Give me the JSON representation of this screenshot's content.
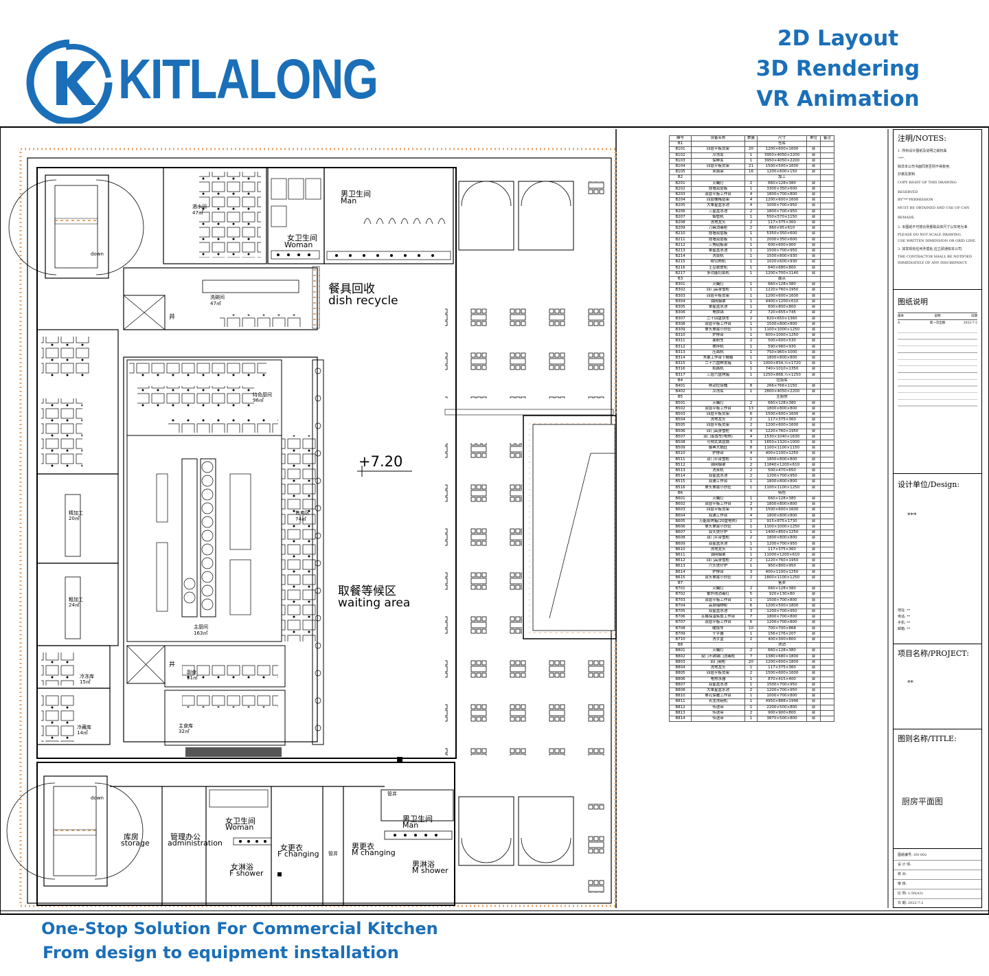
{
  "brand": {
    "name": "KITLALONG",
    "color": "#1b6fb8"
  },
  "services": [
    "2D Layout",
    "3D Rendering",
    "VR Animation"
  ],
  "tagline": [
    "One-Stop Solution For Commercial Kitchen",
    "From design to equipment installation"
  ],
  "plan": {
    "level": "+7.20",
    "rooms": {
      "dish_recycle_cn": "餐具回收",
      "dish_recycle_en": "dish recycle",
      "waiting_cn": "取餐等候区",
      "waiting_en": "waiting area",
      "man_top_cn": "男卫生间",
      "man_top_en": "Man",
      "woman_top_cn": "女卫生间",
      "woman_top_en": "Woman",
      "storage_cn": "库房",
      "storage_en": "storage",
      "admin_cn": "管理办公",
      "admin_en": "administration",
      "woman_bot_cn": "女卫生间",
      "woman_bot_en": "Woman",
      "fchange_cn": "女更衣",
      "fchange_en": "F changing",
      "fshower_cn": "女淋浴",
      "fshower_en": "F shower",
      "man_bot_cn": "男卫生间",
      "man_bot_en": "Man",
      "mchange_cn": "男更衣",
      "mchange_en": "M changing",
      "mshower_cn": "男淋浴",
      "mshower_en": "M shower",
      "main_kitchen": "主厨间",
      "main_kitchen_area": "163㎡",
      "special_kitchen": "特色厨间",
      "special_area": "96㎡",
      "sales": "售卖区",
      "sales_area": "74㎡",
      "chilled": "冷冻库",
      "chilled_area": "15㎡",
      "cold": "冷藏库",
      "cold_area": "14㎡",
      "fine_process": "精加工",
      "fine_area": "20㎡",
      "rough_process": "粗加工",
      "rough_area": "24㎡",
      "side_store": "副食",
      "side_area": "31㎡",
      "staple_store": "主食库",
      "staple_area": "32㎡",
      "wine": "酒水间",
      "wine_area": "47㎡",
      "wash": "洗碗间",
      "wash_area": "47㎡",
      "shaft": "井",
      "pipe_shaft": "管井",
      "stair_down": "down"
    }
  },
  "equipment_table": {
    "headers": [
      "编号",
      "设备名称",
      "数量",
      "尺寸",
      "单位",
      "备注"
    ],
    "groups": [
      {
        "code": "B1",
        "title": "仓库",
        "rows": [
          [
            "B101",
            "四层平板货架",
            "20",
            "1200×600×1600",
            "台"
          ],
          [
            "B102",
            "冷冻库",
            "1",
            "3950×4050×2200",
            "台"
          ],
          [
            "B103",
            "保鲜库",
            "1",
            "3950×4050×2200",
            "台"
          ],
          [
            "B104",
            "四层平板货架",
            "21",
            "1500×500×1600",
            "台"
          ],
          [
            "B105",
            "米面架",
            "16",
            "1200×600×150",
            "台"
          ]
        ]
      },
      {
        "code": "B2",
        "title": "加工",
        "rows": [
          [
            "B201",
            "灭蝇灯",
            "2",
            "660×128×380",
            "台"
          ],
          [
            "B202",
            "挂墙双层板",
            "1",
            "3300×350×600",
            "台"
          ],
          [
            "B203",
            "双层平板工作台",
            "4",
            "1800×700×800",
            "台"
          ],
          [
            "B204",
            "四层栅格层架",
            "4",
            "1200×600×1600",
            "台"
          ],
          [
            "B205",
            "大单星盆水池",
            "4",
            "1000×700×950",
            "台"
          ],
          [
            "B206",
            "三星盆水池",
            "2",
            "1800×700×950",
            "台"
          ],
          [
            "B207",
            "烟管机",
            "1",
            "550×570×1150",
            "台"
          ],
          [
            "B208",
            "洗地龙头",
            "2",
            "117×375×360",
            "台"
          ],
          [
            "B209",
            "刀具消毒柜",
            "2",
            "860×95×610",
            "台"
          ],
          [
            "B210",
            "挂墙双层板",
            "1",
            "5350×350×600",
            "台"
          ],
          [
            "B211",
            "挂墙双层板",
            "1",
            "2000×350×600",
            "台"
          ],
          [
            "B212",
            "三角砧板架",
            "1",
            "600×600×900",
            "台"
          ],
          [
            "B213",
            "单星盆水池",
            "1",
            "1500×700×950",
            "台"
          ],
          [
            "B214",
            "洗菜机",
            "1",
            "1500×800×930",
            "台"
          ],
          [
            "B215",
            "绞切肉机",
            "1",
            "1020×600×930",
            "台"
          ],
          [
            "B216",
            "土豆脱皮机",
            "1",
            "640×680×800",
            "台"
          ],
          [
            "B217",
            "多功能切菜机",
            "1",
            "1200×700×1140",
            "台"
          ]
        ]
      },
      {
        "code": "B3",
        "title": "面点",
        "rows": [
          [
            "B301",
            "灭蝇灯",
            "1",
            "660×128×380",
            "台"
          ],
          [
            "B302",
            "四门高身雪柜",
            "1",
            "1220×760×1950",
            "台"
          ],
          [
            "B303",
            "四层平板货架",
            "1",
            "1200×600×1600",
            "台"
          ],
          [
            "B304",
            "油网烟罩",
            "1",
            "4400×1200×610",
            "台"
          ],
          [
            "B305",
            "单星盆水池",
            "1",
            "600×800×800",
            "台"
          ],
          [
            "B306",
            "电饼铛",
            "2",
            "720×655×745",
            "台"
          ],
          [
            "B307",
            "二十四盘饼车",
            "2",
            "820×650×1360",
            "台"
          ],
          [
            "B308",
            "双层平板工作台",
            "1",
            "1500×800×800",
            "台"
          ],
          [
            "B309",
            "单头单尾小炒灶",
            "1",
            "1100×1000×1250",
            "台"
          ],
          [
            "B310",
            "炉排台",
            "1",
            "600×1000×1250",
            "台"
          ],
          [
            "B311",
            "面粉车",
            "2",
            "500×600×530",
            "台"
          ],
          [
            "B312",
            "搅拌机",
            "1",
            "590×960×930",
            "台"
          ],
          [
            "B313",
            "压面机",
            "1",
            "750×960×1000",
            "台"
          ],
          [
            "B314",
            "木案工作台下栅格",
            "1",
            "1800×800×800",
            "台"
          ],
          [
            "B315",
            "二十六盘鲜发箱",
            "1",
            "1000×834,½×1720",
            "台"
          ],
          [
            "B316",
            "和面机",
            "1",
            "740×1010×1350",
            "台"
          ],
          [
            "B317",
            "三层六盘烤箱",
            "1",
            "1250×868,½×1250",
            "台"
          ]
        ]
      },
      {
        "code": "B4",
        "title": "垃圾库",
        "rows": [
          [
            "B401",
            "移动垃圾桶",
            "8",
            "266×766×1150",
            "台"
          ],
          [
            "B402",
            "冷冻库",
            "1",
            "2800×4050×2200",
            "台"
          ]
        ]
      },
      {
        "code": "B5",
        "title": "主厨房",
        "rows": [
          [
            "B501",
            "灭蝇灯",
            "2",
            "660×128×380",
            "台"
          ],
          [
            "B502",
            "双层平板工作台",
            "13",
            "1800×800×800",
            "台"
          ],
          [
            "B503",
            "四层平板货架",
            "6",
            "1500×600×1600",
            "台"
          ],
          [
            "B504",
            "洗地龙头",
            "2",
            "117×375×360",
            "台"
          ],
          [
            "B505",
            "四层平板货架",
            "2",
            "1200×600×1600",
            "台"
          ],
          [
            "B506",
            "四门高身雪柜",
            "4",
            "1220×760×1950",
            "台"
          ],
          [
            "B507",
            "双门蒸饭车(电热)",
            "4",
            "1530×1040×1630",
            "台"
          ],
          [
            "B508",
            "可倾式夹层锅",
            "3",
            "1650×1320×1000",
            "台"
          ],
          [
            "B509",
            "御典大锅灶",
            "8",
            "1100×1100×1150",
            "台"
          ],
          [
            "B510",
            "炉排台",
            "4",
            "400×1100×1250",
            "台"
          ],
          [
            "B511",
            "双门平台雪柜",
            "1",
            "1800×800×800",
            "台"
          ],
          [
            "B512",
            "油网烟罩",
            "2",
            "11840×1200×610",
            "台"
          ],
          [
            "B513",
            "洗米机",
            "2",
            "500×470×650",
            "台"
          ],
          [
            "B514",
            "双星盆水池",
            "2",
            "1200×700×950",
            "台"
          ],
          [
            "B515",
            "双通工作台",
            "1",
            "1800×800×800",
            "台"
          ],
          [
            "B516",
            "单头单尾小炒灶",
            "1",
            "1100×1100×1250",
            "台"
          ]
        ]
      },
      {
        "code": "B6",
        "title": "特色",
        "rows": [
          [
            "B601",
            "灭蝇灯",
            "1",
            "660×128×380",
            "台"
          ],
          [
            "B602",
            "双层平板工作台",
            "2",
            "1800×800×800",
            "台"
          ],
          [
            "B603",
            "四层平板货架",
            "3",
            "1500×600×1600",
            "台"
          ],
          [
            "B604",
            "双通工作台",
            "4",
            "1800×800×800",
            "台"
          ],
          [
            "B605",
            "万能蒸烤箱(20盘电热)",
            "1",
            "915×875×1730",
            "台"
          ],
          [
            "B606",
            "单头单尾小炒灶",
            "1",
            "1100×1000×1250",
            "台"
          ],
          [
            "B607",
            "双头煲仔炉",
            "1",
            "1400×850×1250",
            "台"
          ],
          [
            "B608",
            "双门平台雪柜",
            "2",
            "1800×800×800",
            "台"
          ],
          [
            "B609",
            "双星盆水池",
            "1",
            "1200×700×950",
            "台"
          ],
          [
            "B610",
            "洗地龙头",
            "1",
            "117×375×360",
            "台"
          ],
          [
            "B611",
            "油网烟罩",
            "1",
            "11000×1200×610",
            "台"
          ],
          [
            "B612",
            "四门高身雪柜",
            "2",
            "1220×760×1950",
            "台"
          ],
          [
            "B613",
            "六头煲仔炉",
            "1",
            "950×800×950",
            "台"
          ],
          [
            "B614",
            "炉排台",
            "3",
            "400×1100×1250",
            "台"
          ],
          [
            "B615",
            "双头单尾小炒灶",
            "2",
            "1800×1100×1250",
            "台"
          ]
        ]
      },
      {
        "code": "B7",
        "title": "售卖",
        "rows": [
          [
            "B701",
            "灭蝇灯",
            "2",
            "660×128×380",
            "台"
          ],
          [
            "B702",
            "紫外线消毒灯",
            "5",
            "920×130×80",
            "台"
          ],
          [
            "B703",
            "双层平板工作台",
            "1",
            "1500×700×800",
            "台"
          ],
          [
            "B704",
            "高身储物柜",
            "6",
            "1200×500×1800",
            "台"
          ],
          [
            "B705",
            "双星盆水池",
            "3",
            "1200×700×950",
            "台"
          ],
          [
            "B706",
            "五格保温售饭工作台",
            "7",
            "1800×700×800",
            "台"
          ],
          [
            "B707",
            "双层平板工作台",
            "6",
            "1200×700×800",
            "台"
          ],
          [
            "B708",
            "暖饭车",
            "10",
            "700×700×868",
            "台"
          ],
          [
            "B709",
            "干手器",
            "1",
            "156×176×207",
            "台"
          ],
          [
            "B710",
            "洗手盆",
            "2",
            "400×300×800",
            "台"
          ]
        ]
      },
      {
        "code": "B8",
        "title": "洗消",
        "rows": [
          [
            "B801",
            "灭蝇灯",
            "2",
            "660×128×380",
            "台"
          ],
          [
            "B802",
            "双门不锈钢门消毒柜",
            "7",
            "1380×680×1800",
            "台"
          ],
          [
            "B803",
            "四门碗柜",
            "20",
            "1200×600×1800",
            "台"
          ],
          [
            "B804",
            "洗地龙头",
            "1",
            "117×375×360",
            "台"
          ],
          [
            "B805",
            "四层平板货架",
            "2",
            "1500×600×1600",
            "台"
          ],
          [
            "B806",
            "电热水器",
            "1",
            "870×415×400",
            "台"
          ],
          [
            "B807",
            "双星盆水池",
            "1",
            "1500×700×950",
            "台"
          ],
          [
            "B808",
            "大单星盆水池",
            "2",
            "1200×700×950",
            "台"
          ],
          [
            "B810",
            "单孔保暖工作台",
            "1",
            "1000×700×800",
            "台"
          ],
          [
            "B811",
            "长龙洗碗机",
            "1",
            "4950×888×1996",
            "台"
          ],
          [
            "B812",
            "传送带",
            "1",
            "2200×500×800",
            "台"
          ],
          [
            "B813",
            "传送带",
            "2",
            "900×900×800",
            "台"
          ],
          [
            "B814",
            "传送带",
            "1",
            "3870×500×800",
            "台"
          ]
        ]
      }
    ]
  },
  "title_block": {
    "notes_title": "注明/NOTES:",
    "notes": [
      "1. 所有设计图纸及说明之版权属",
      "\"**\".",
      "除非本公司书面同意否则不得复用,",
      "抄袭及复制.",
      "COPY RIGHT OF THIS DRAWING RESERVED",
      "BY\"**\"PERMISSION",
      "MUST BE OBTAINED AND USE OF CAN REMADE.",
      "2. 本图纸不可按比例量取具体尺寸以实地为准.",
      "PLEASE DO NOT SCALE DRAWING.",
      "USE WRITTEN DIMENSION OR GRID LINE.",
      "3. 如发现有任何矛盾处,应立即通知本公司.",
      "THE CONTRACTOR SHALL BE NOTIFIED",
      "IMMEDIATELY OF ANY DISCREPANCY."
    ],
    "drawing_notes": "图纸说明",
    "rev_headers": [
      "版本",
      "说明",
      "日期"
    ],
    "rev_row": [
      "A",
      "第一次出图",
      "2022-7-2"
    ],
    "design_unit": "设计单位/Design:",
    "design_value": "***",
    "contact": [
      "地址: **",
      "电话: **",
      "手机: **",
      "邮箱: **"
    ],
    "project": "项目名称/PROJECT:",
    "project_value": "**",
    "drawing_title": "图则名称/TITLE:",
    "drawing_title_value": "厨房平面图",
    "info": [
      "图纸编号: SN-002",
      "设 计 师:",
      "校 对:",
      "审 核:",
      "比 例: 1:50(A3)",
      "日 期: 2022-7-2"
    ]
  }
}
